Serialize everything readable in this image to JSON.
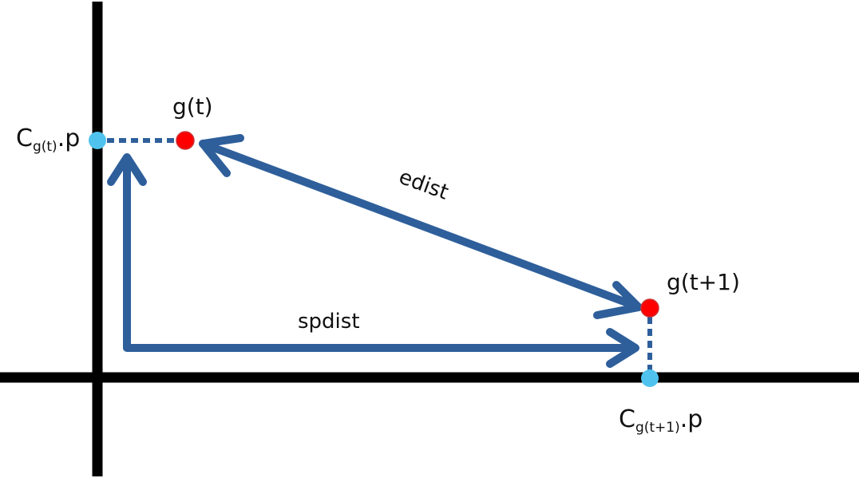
{
  "labels": {
    "g_t": "g(t)",
    "g_t1": "g(t+1)",
    "edist": "edist",
    "spdist": "spdist",
    "c_gt_main": "C",
    "c_gt_sub": "g(t)",
    "c_gt_suffix": ".p",
    "c_gt1_main": "C",
    "c_gt1_sub": "g(t+1)",
    "c_gt1_suffix": ".p"
  },
  "colors": {
    "axis": "#000000",
    "arrow": "#2e5f9b",
    "point_red": "#ff0000",
    "point_blue": "#4fc3ee",
    "dotted": "#2e5f9b"
  }
}
